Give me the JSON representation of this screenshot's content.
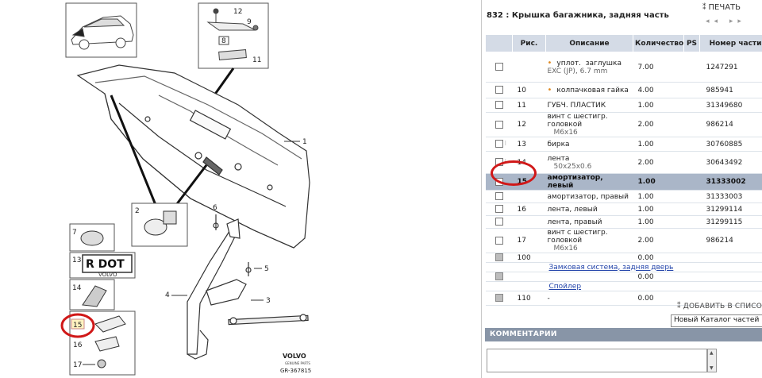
{
  "diagram": {
    "callouts": [
      "1",
      "2",
      "3",
      "4",
      "5",
      "6",
      "7",
      "8",
      "9",
      "11",
      "12",
      "13",
      "14",
      "15",
      "16",
      "17"
    ],
    "plate_text": "R DOT",
    "plate_subtext": "VOLVO",
    "brand": "VOLVO",
    "brand_sub": "GENUINE PARTS",
    "drawing_id": "GR-367815"
  },
  "catalog": {
    "title": "832 : Крышка багажника, задняя часть",
    "print_label": "ПЕЧАТЬ",
    "pager": "◂◂  ▸▸",
    "headers": [
      "Рис.",
      "Описание",
      "Количество",
      "PS",
      "Номер части"
    ],
    "rows": [
      {
        "fig": "",
        "desc": "уплот.  заглушка",
        "sub": "EXC (JP), 6.7 mm",
        "qty": "7.00",
        "part": "1247291",
        "dot": true
      },
      {
        "fig": "10",
        "desc": "колпачковая гайка",
        "sub": "",
        "qty": "4.00",
        "part": "985941",
        "dot": true
      },
      {
        "fig": "11",
        "desc": "ГУБЧ. ПЛАСТИК",
        "sub": "",
        "qty": "1.00",
        "part": "31349680"
      },
      {
        "fig": "12",
        "desc": "винт с шестигр. головкой",
        "sub": "M6x16",
        "qty": "2.00",
        "part": "986214"
      },
      {
        "fig": "13",
        "desc": "бирка",
        "sub": "",
        "qty": "1.00",
        "part": "30760885",
        "note": true
      },
      {
        "fig": "14",
        "desc": "лента",
        "sub": "50x25x0.6",
        "qty": "2.00",
        "part": "30643492",
        "note": true
      },
      {
        "fig": "15",
        "desc": "амортизатор, левый",
        "sub": "",
        "qty": "1.00",
        "part": "31333002",
        "selected": true
      },
      {
        "fig": "",
        "desc": "амортизатор, правый",
        "sub": "",
        "qty": "1.00",
        "part": "31333003"
      },
      {
        "fig": "16",
        "desc": "лента, левый",
        "sub": "",
        "qty": "1.00",
        "part": "31299114"
      },
      {
        "fig": "",
        "desc": "лента, правый",
        "sub": "",
        "qty": "1.00",
        "part": "31299115"
      },
      {
        "fig": "17",
        "desc": "винт с шестигр. головкой",
        "sub": "M6x16",
        "qty": "2.00",
        "part": "986214"
      },
      {
        "fig": "100",
        "desc": "",
        "link": "Замковая система, задняя дверь",
        "qty": "0.00",
        "part": "",
        "grey": true
      },
      {
        "fig": "",
        "desc": "",
        "link": "Спойлер",
        "qty": "0.00",
        "part": "",
        "grey": true
      },
      {
        "fig": "110",
        "desc": "-",
        "sub": "",
        "qty": "0.00",
        "part": "",
        "grey": true
      }
    ],
    "add_to_list": "ДОБАВИТЬ В СПИСОК",
    "catalog_select": "Новый Каталог частей",
    "comments_label": "КОММЕНТАРИИ"
  }
}
